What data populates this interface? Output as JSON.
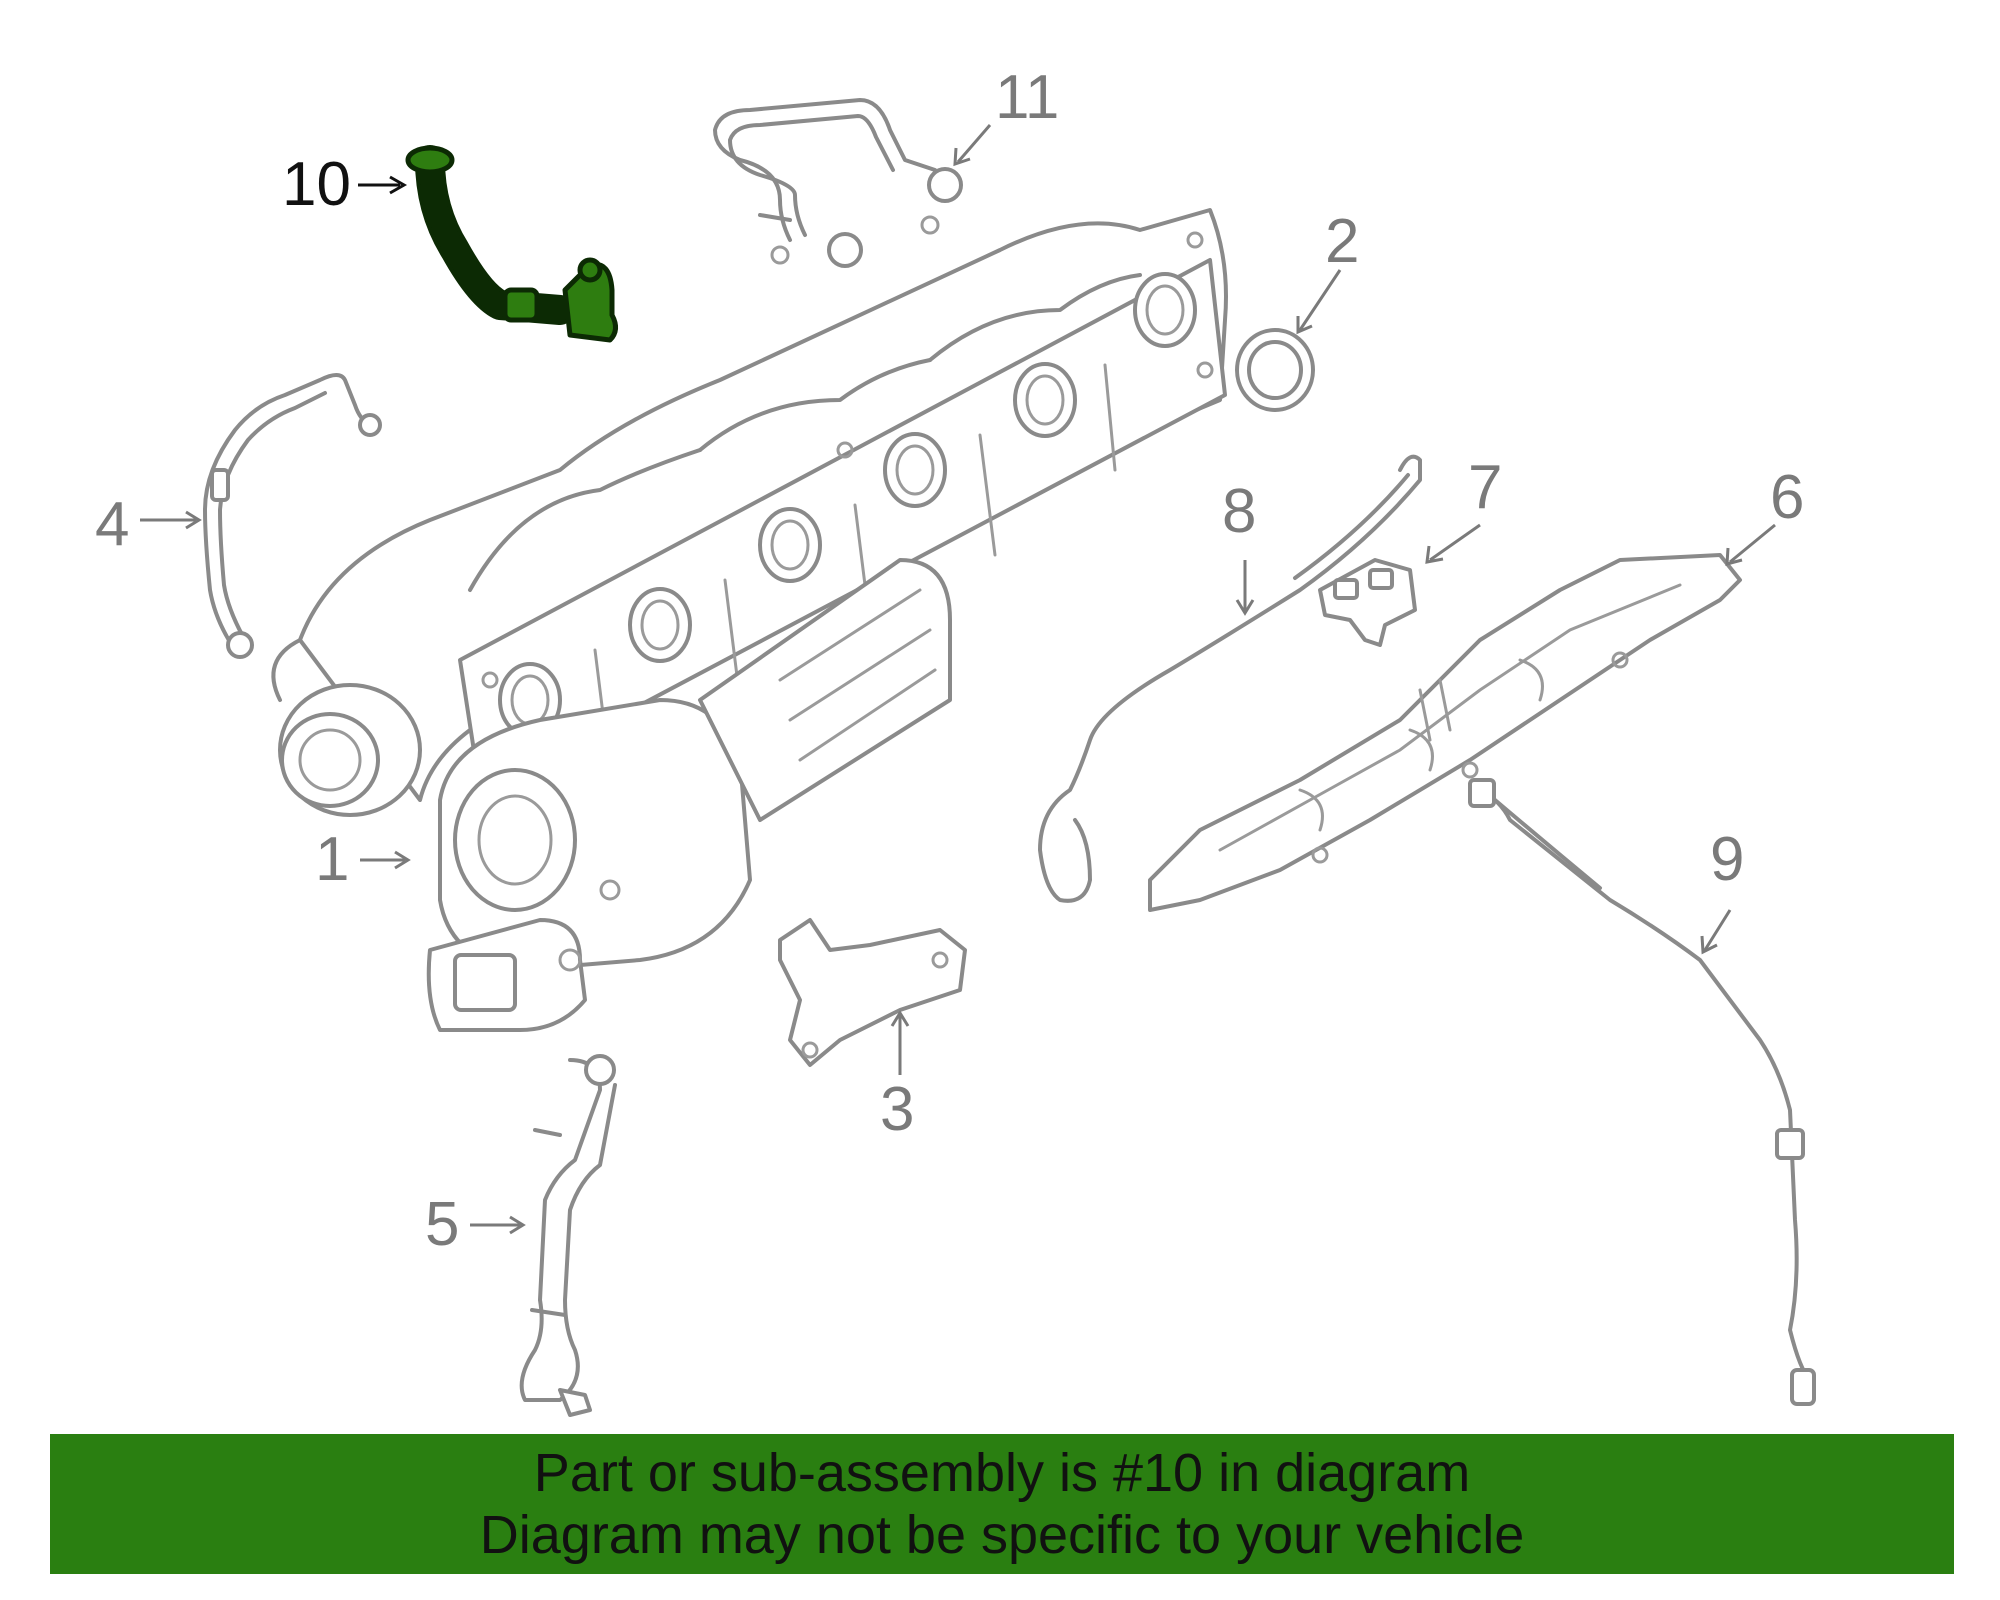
{
  "diagram": {
    "callouts": [
      {
        "number": "1"
      },
      {
        "number": "2"
      },
      {
        "number": "3"
      },
      {
        "number": "4"
      },
      {
        "number": "5"
      },
      {
        "number": "6"
      },
      {
        "number": "7"
      },
      {
        "number": "8"
      },
      {
        "number": "9"
      },
      {
        "number": "10"
      },
      {
        "number": "11"
      }
    ],
    "highlighted_part": "10",
    "highlight_color": "#2e7d10"
  },
  "banner": {
    "line1": "Part or sub-assembly is #10 in diagram",
    "line2": "Diagram may not be specific to your vehicle",
    "background_color": "#2a7f11"
  }
}
